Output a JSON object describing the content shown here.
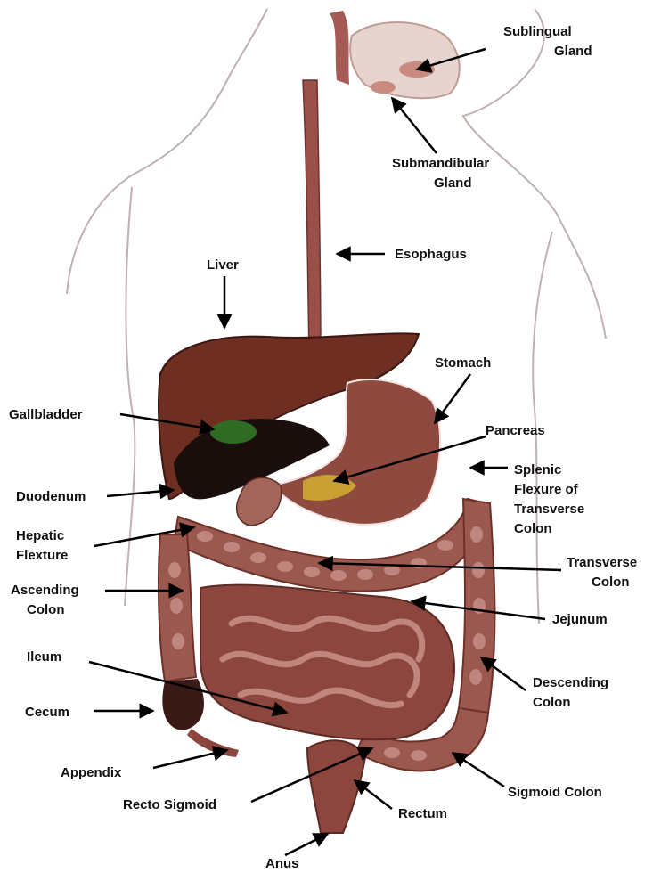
{
  "labels": {
    "sublingual_1": "Sublingual",
    "sublingual_2": "Gland",
    "submandibular_1": "Submandibular",
    "submandibular_2": "Gland",
    "esophagus": "Esophagus",
    "liver": "Liver",
    "stomach": "Stomach",
    "gallbladder": "Gallbladder",
    "pancreas": "Pancreas",
    "splenic_1": "Splenic",
    "splenic_2": "Flexure of",
    "splenic_3": "Transverse",
    "splenic_4": "Colon",
    "duodenum": "Duodenum",
    "hepatic_1": "Hepatic",
    "hepatic_2": "Flexture",
    "transverse_1": "Transverse",
    "transverse_2": "Colon",
    "ascending_1": "Ascending",
    "ascending_2": "Colon",
    "jejunum": "Jejunum",
    "ileum": "Ileum",
    "descending_1": "Descending",
    "descending_2": "Colon",
    "cecum": "Cecum",
    "appendix": "Appendix",
    "sigmoid": "Sigmoid Colon",
    "recto_sigmoid": "Recto Sigmoid",
    "rectum": "Rectum",
    "anus": "Anus"
  },
  "colors": {
    "organ": "#7a3a30",
    "organ_light": "#a3655a",
    "liver": "#6e2e22",
    "dark": "#1a0e0c",
    "gallbladder": "#2f6b23",
    "pancreas": "#c8a033",
    "outline": "#b8a6a3"
  }
}
